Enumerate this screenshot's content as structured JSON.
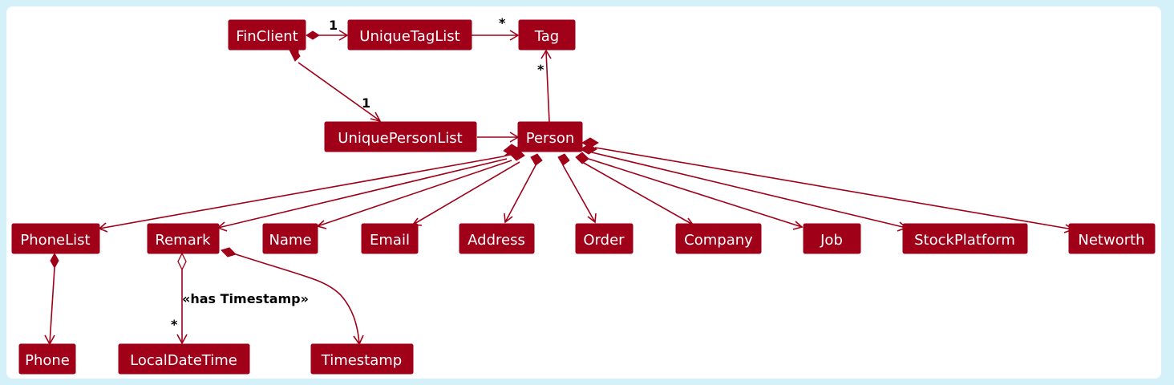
{
  "classes": {
    "finclient": "FinClient",
    "uniquetaglist": "UniqueTagList",
    "tag": "Tag",
    "uniquepersonlist": "UniquePersonList",
    "person": "Person",
    "phonelist": "PhoneList",
    "remark": "Remark",
    "name": "Name",
    "email": "Email",
    "address": "Address",
    "order": "Order",
    "company": "Company",
    "job": "Job",
    "stockplatform": "StockPlatform",
    "networth": "Networth",
    "phone": "Phone",
    "localdatetime": "LocalDateTime",
    "timestamp": "Timestamp"
  },
  "multiplicities": {
    "finclient_uniquetaglist": "1",
    "uniquetaglist_tag": "*",
    "person_tag": "*",
    "finclient_uniquepersonlist": "1",
    "remark_localdatetime": "*"
  },
  "labels": {
    "remark_localdatetime": "«has Timestamp»"
  },
  "colors": {
    "class_fill": "#a00018",
    "background": "#d4f1fa"
  }
}
